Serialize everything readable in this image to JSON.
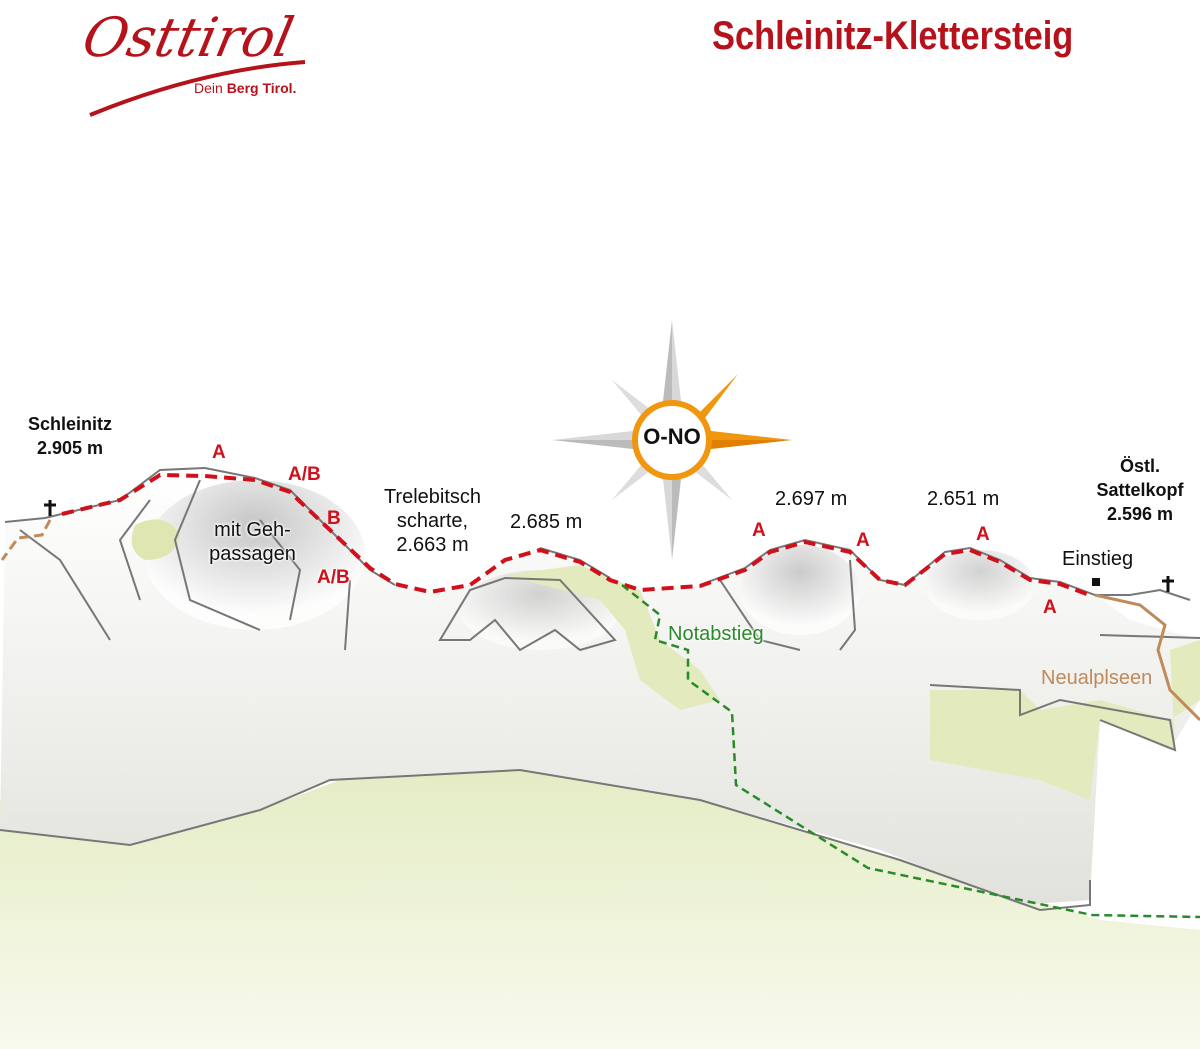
{
  "header": {
    "title": "Schleinitz-Klettersteig",
    "logo_text": "Osttirol",
    "tagline_prefix": "Dein",
    "tagline_bold": "Berg Tirol."
  },
  "compass": {
    "direction": "O-NO",
    "accent": "#f0960f"
  },
  "peaks": {
    "schleinitz": {
      "name": "Schleinitz",
      "elevation": "2.905 m"
    },
    "sattelkopf": {
      "name_line1": "Östl.",
      "name_line2": "Sattelkopf",
      "elevation": "2.596 m"
    }
  },
  "labels": {
    "geh_line1": "mit Geh-",
    "geh_line2": "passagen",
    "scharte_line1": "Trelebitsch",
    "scharte_line2": "scharte,",
    "scharte_elev": "2.663 m",
    "point1": "2.685 m",
    "point2": "2.697 m",
    "point3": "2.651 m",
    "einstieg": "Einstieg",
    "notabstieg": "Notabstieg",
    "neualplseen": "Neualplseen"
  },
  "grades": [
    "A",
    "A/B",
    "B",
    "A/B",
    "A",
    "A",
    "A",
    "A"
  ],
  "colors": {
    "route": "#d0101b",
    "escape": "#2a8a2a",
    "path": "#c08a5a",
    "brand": "#b5121b"
  }
}
